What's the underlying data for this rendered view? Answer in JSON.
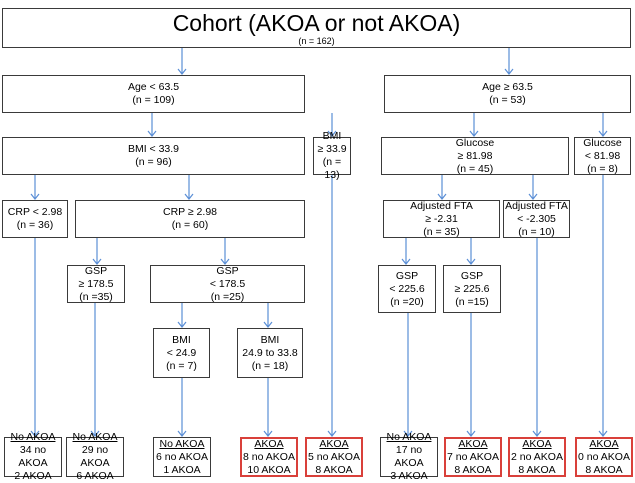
{
  "root": {
    "title": "Cohort (AKOA or not AKOA)",
    "n": "(n = 162)"
  },
  "nodes": {
    "age_lt": [
      "Age < 63.5",
      "(n = 109)"
    ],
    "age_ge": [
      "Age ≥ 63.5",
      "(n = 53)"
    ],
    "bmi_lt": [
      "BMI < 33.9",
      "(n = 96)"
    ],
    "bmi_ge": [
      "BMI",
      "≥ 33.9",
      "(n = 13)"
    ],
    "glu_ge": [
      "Glucose",
      "≥ 81.98",
      "(n = 45)"
    ],
    "glu_lt": [
      "Glucose",
      "< 81.98",
      "(n = 8)"
    ],
    "crp_lt": [
      "CRP < 2.98",
      "(n = 36)"
    ],
    "crp_ge": [
      "CRP ≥ 2.98",
      "(n = 60)"
    ],
    "fta_ge": [
      "Adjusted FTA",
      "≥ -2.31",
      "(n = 35)"
    ],
    "fta_lt": [
      "Adjusted FTA",
      "< -2.305",
      "(n = 10)"
    ],
    "gsp_ge178": [
      "GSP",
      "≥ 178.5",
      "(n =35)"
    ],
    "gsp_lt178": [
      "GSP",
      "< 178.5",
      "(n =25)"
    ],
    "gsp_lt225": [
      "GSP",
      "< 225.6",
      "(n =20)"
    ],
    "gsp_ge225": [
      "GSP",
      "≥ 225.6",
      "(n =15)"
    ],
    "bmi_lt249": [
      "BMI",
      "< 24.9",
      "(n = 7)"
    ],
    "bmi_249_338": [
      "BMI",
      "24.9 to 33.8",
      "(n = 18)"
    ]
  },
  "leaves": [
    [
      "No AKOA",
      "34 no AKOA",
      "2 AKOA"
    ],
    [
      "No AKOA",
      "29 no AKOA",
      "6 AKOA"
    ],
    [
      "No AKOA",
      "6 no AKOA",
      "1 AKOA"
    ],
    [
      "AKOA",
      "8 no AKOA",
      "10 AKOA"
    ],
    [
      "AKOA",
      "5 no AKOA",
      "8 AKOA"
    ],
    [
      "No AKOA",
      "17 no AKOA",
      "3 AKOA"
    ],
    [
      "AKOA",
      "7 no AKOA",
      "8 AKOA"
    ],
    [
      "AKOA",
      "2 no AKOA",
      "8 AKOA"
    ],
    [
      "AKOA",
      "0 no AKOA",
      "8 AKOA"
    ]
  ],
  "colors": {
    "arrow": "#5b8fd6",
    "akoa_border": "#d9403a",
    "no_akoa_border": "#3a3a3a"
  }
}
